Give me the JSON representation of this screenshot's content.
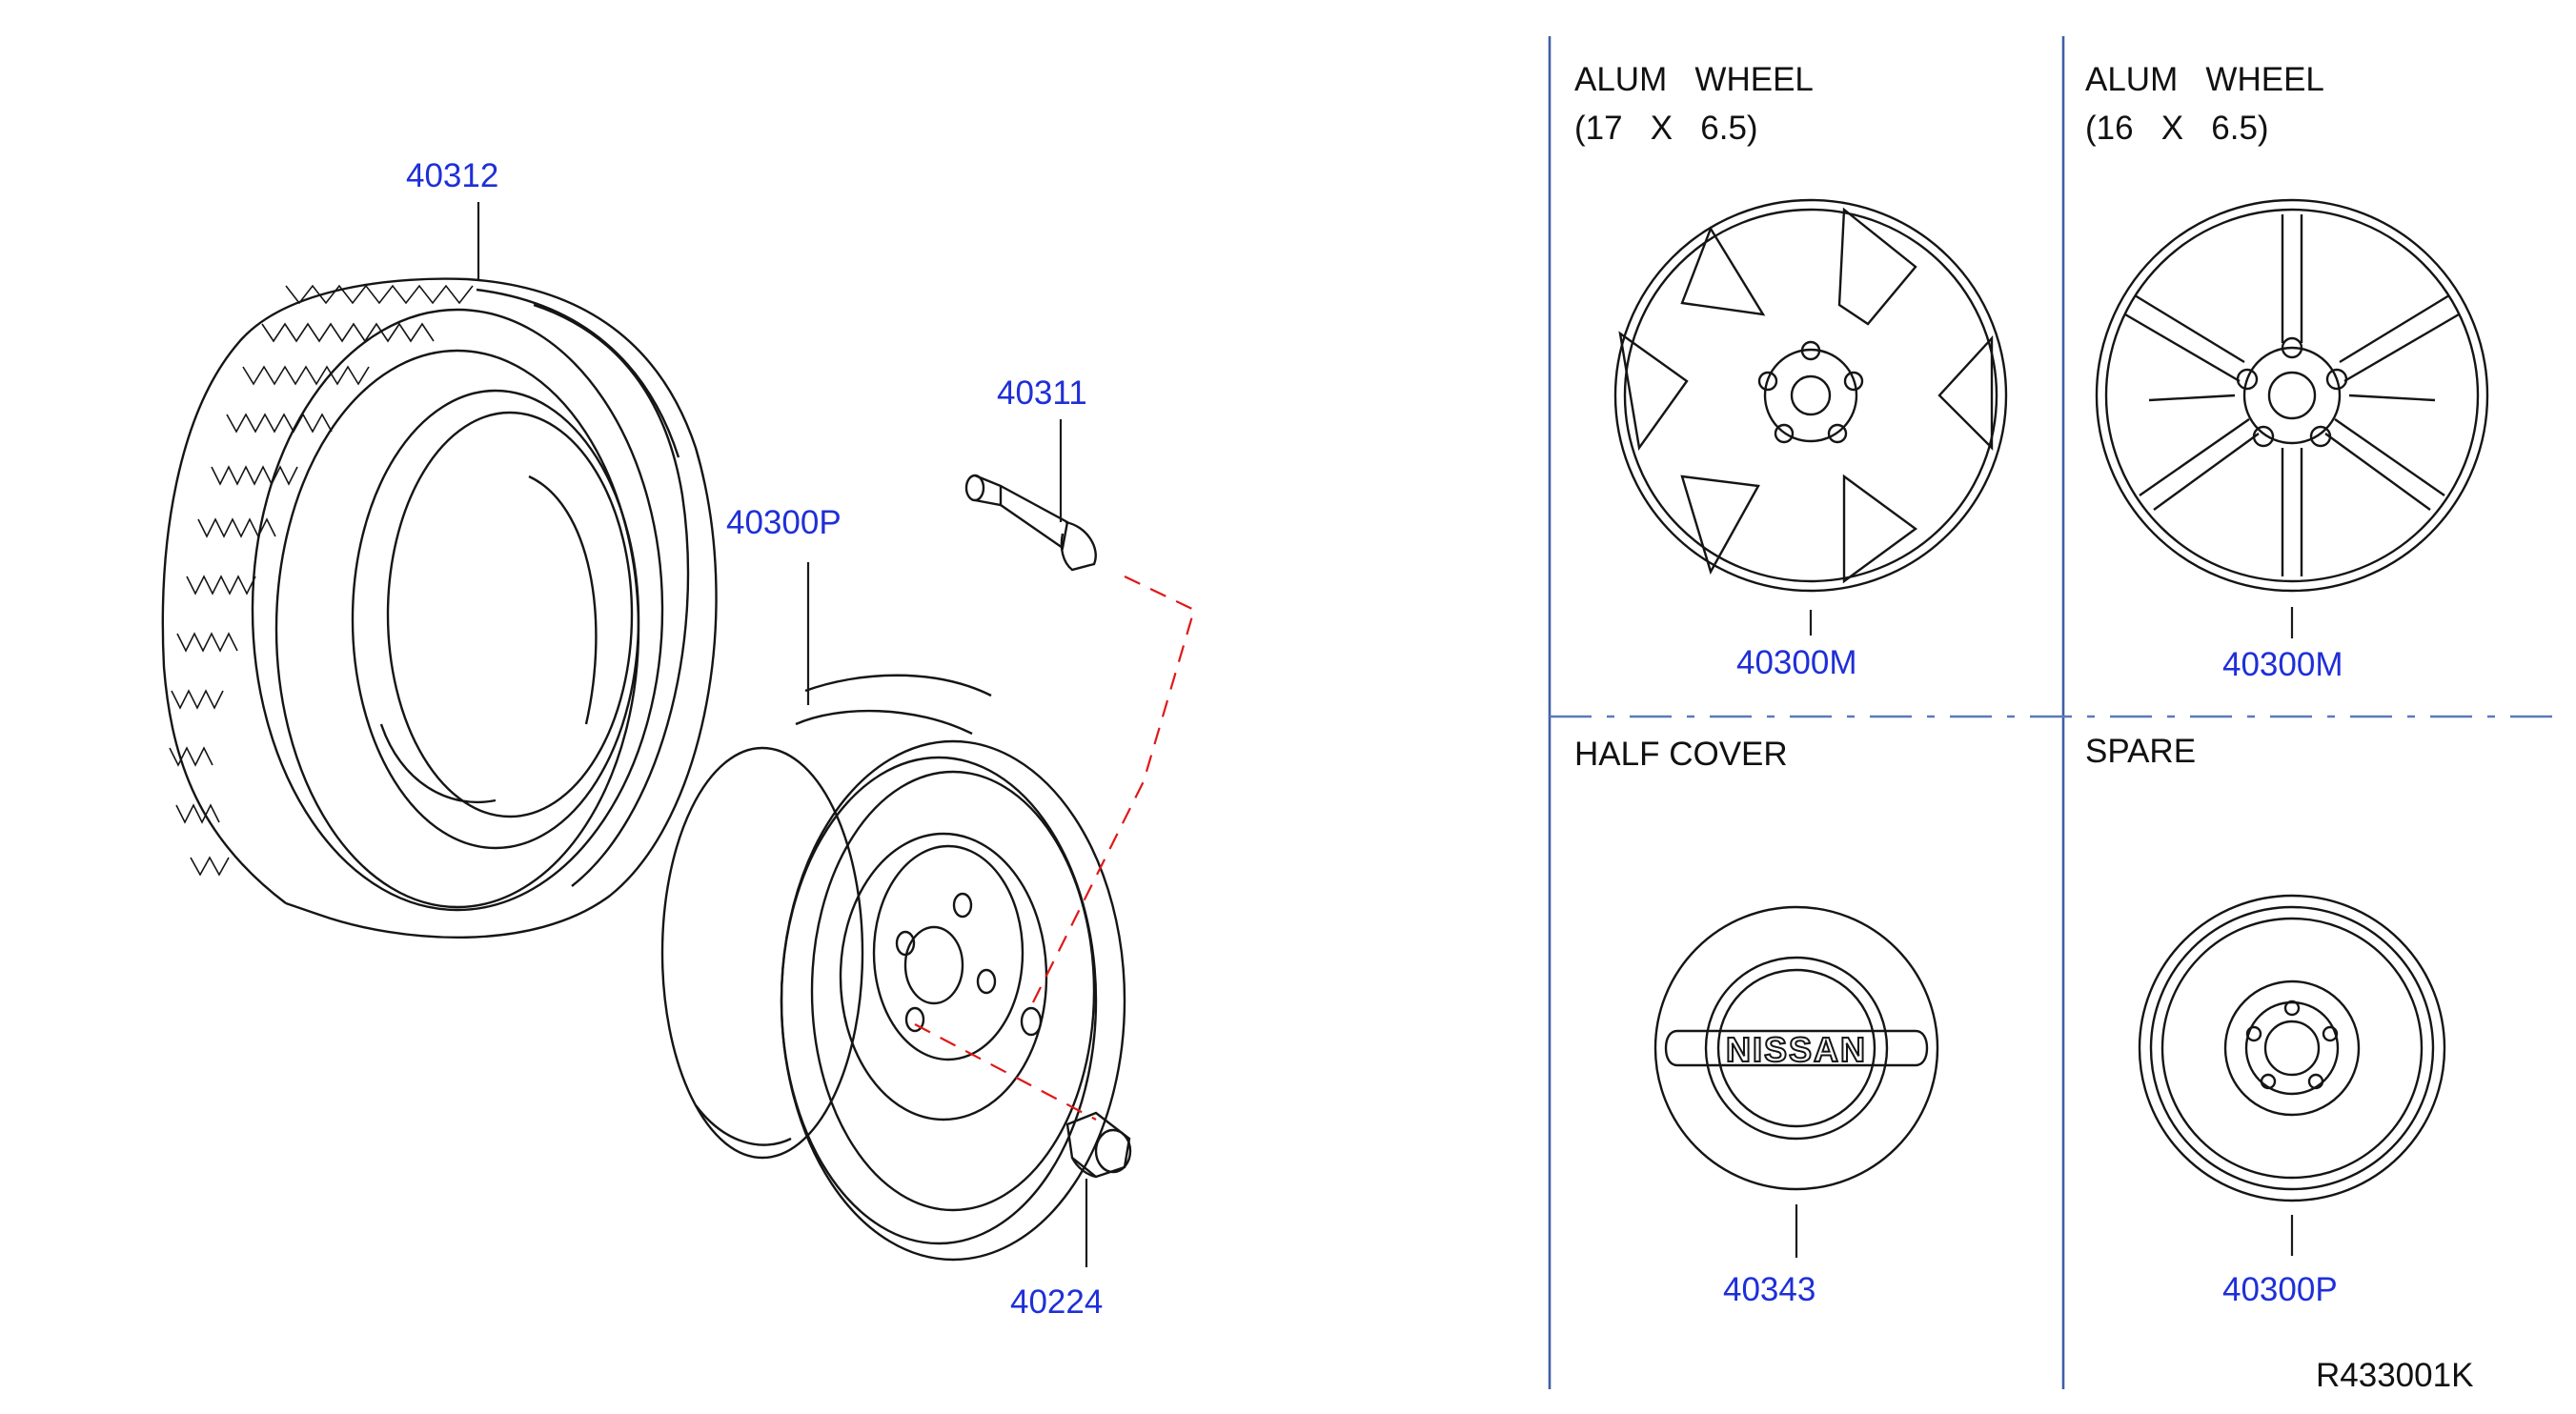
{
  "diagram_id": "R433001K",
  "parts": {
    "tire": "40312",
    "valve": "40311",
    "steel_wheel": "40300P",
    "nut": "40224"
  },
  "panels": {
    "alum17": {
      "title_line1": "ALUM   WHEEL",
      "title_line2": "(17   X   6.5)",
      "part": "40300M"
    },
    "alum16": {
      "title_line1": "ALUM   WHEEL",
      "title_line2": "(16   X   6.5)",
      "part": "40300M"
    },
    "half_cover": {
      "title": "HALF COVER",
      "part": "40343",
      "logo_text": "NISSAN"
    },
    "spare": {
      "title": "SPARE",
      "part": "40300P"
    }
  },
  "colors": {
    "label": "#1f2fd8",
    "line": "#151515",
    "divider": "#3f5fa6",
    "guide": "#e01818"
  }
}
